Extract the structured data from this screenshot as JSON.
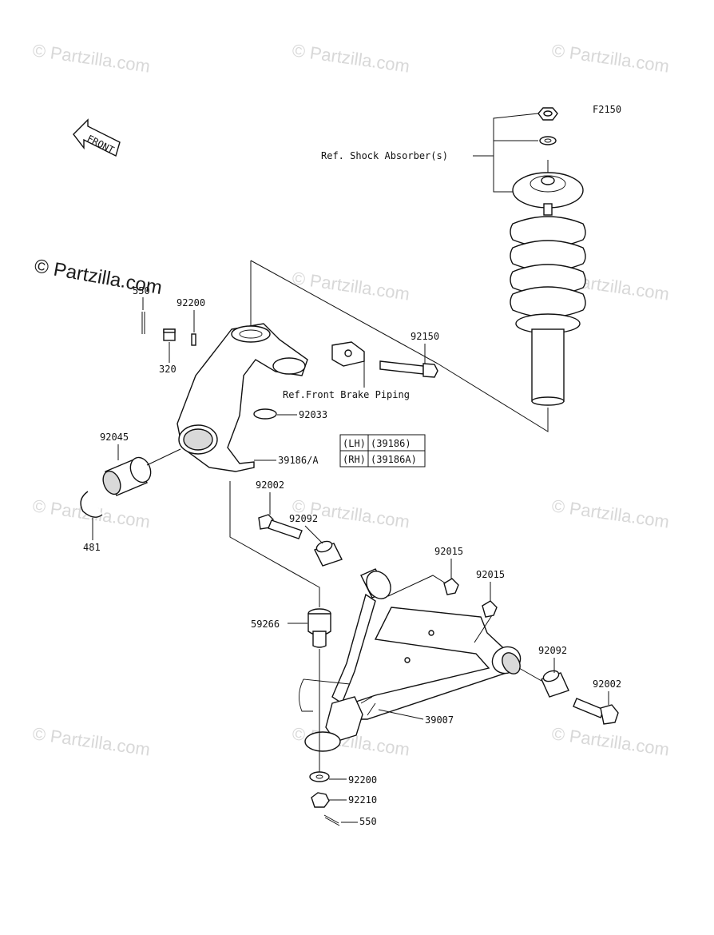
{
  "watermark": "© Partzilla.com",
  "diagram_code": "F2150",
  "front_arrow_label": "FRONT",
  "references": {
    "shock_absorber": "Ref. Shock Absorber(s)",
    "front_brake_piping": "Ref.Front Brake Piping"
  },
  "table": {
    "rows": [
      {
        "side": "(LH)",
        "part": "(39186)"
      },
      {
        "side": "(RH)",
        "part": "(39186A)"
      }
    ]
  },
  "part_labels": {
    "p550_top": "550",
    "p92200_top": "92200",
    "p320": "320",
    "p92150": "92150",
    "p92033": "92033",
    "p92045": "92045",
    "p39186a": "39186/A",
    "p481": "481",
    "p92002_left": "92002",
    "p92092_left": "92092",
    "p92015_a": "92015",
    "p92015_b": "92015",
    "p59266": "59266",
    "p92092_right": "92092",
    "p92002_right": "92002",
    "p39007": "39007",
    "p92200_bottom": "92200",
    "p92210": "92210",
    "p550_bottom": "550"
  }
}
